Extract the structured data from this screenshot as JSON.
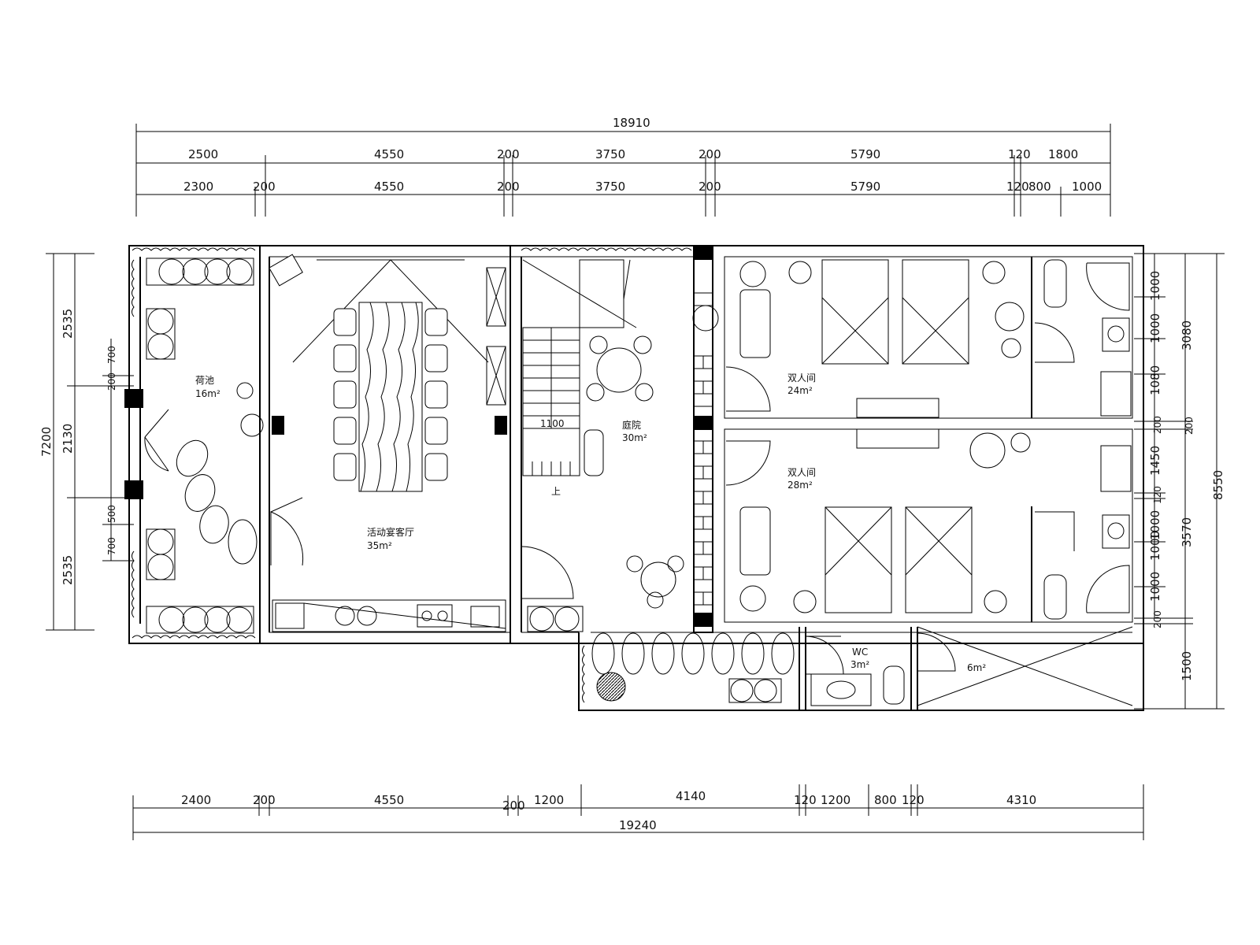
{
  "dims": {
    "top_total": "18910",
    "top_row1": [
      "2500",
      "4550",
      "200",
      "3750",
      "200",
      "5790",
      "120",
      "1800"
    ],
    "top_row2": [
      "2300",
      "200",
      "4550",
      "200",
      "3750",
      "200",
      "5790",
      "120",
      "800",
      "1000"
    ],
    "bottom_row": [
      "2400",
      "200",
      "4550",
      "200",
      "1200",
      "4140",
      "120",
      "1200",
      "800",
      "120",
      "4310"
    ],
    "bottom_total": "19240",
    "left_total": "7200",
    "left_col": [
      "2535",
      "2130",
      "2535"
    ],
    "left_inner_top": [
      "700",
      "200"
    ],
    "left_inner_bottom": [
      "500",
      "700"
    ],
    "right_total": "8550",
    "right_col_outer": [
      "3080",
      "200",
      "3570",
      "1500"
    ],
    "right_col_inner": [
      "1000",
      "1000",
      "1080",
      "200",
      "1450",
      "120",
      "1000",
      "1000",
      "1000",
      "200"
    ]
  },
  "rooms": {
    "terrace_name": "荷池",
    "terrace_area": "16m²",
    "banquet_name": "活动宴客厅",
    "banquet_area": "35m²",
    "hall_name": "庭院",
    "hall_area": "30m²",
    "stair_width": "1100",
    "stair_up": "上",
    "double1_name": "双人间",
    "double1_area": "24m²",
    "double2_name": "双人间",
    "double2_area": "28m²",
    "wc_name": "WC",
    "wc_area": "3m²",
    "store_area": "6m²"
  }
}
